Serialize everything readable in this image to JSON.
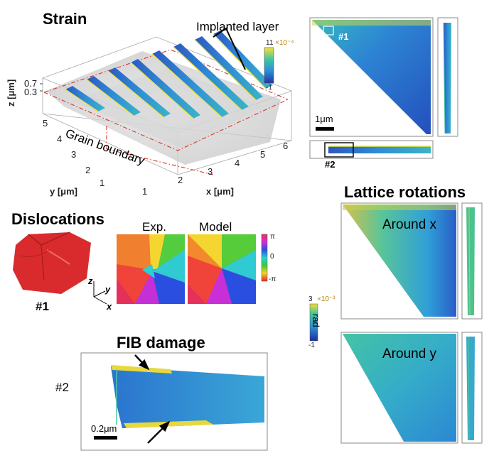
{
  "strain": {
    "title": "Strain",
    "implanted_layer": "Implanted layer",
    "grain_boundary": "Grain boundary",
    "z_axis": "z [μm]",
    "x_axis": "x [μm]",
    "y_axis": "y [μm]",
    "z_ticks": [
      "0.7",
      "0.3"
    ],
    "y_ticks": [
      "5",
      "4",
      "3",
      "2",
      "1"
    ],
    "x_ticks": [
      "1",
      "2",
      "3",
      "4",
      "5",
      "6"
    ],
    "colorbar_max": "11",
    "colorbar_exp": "×10⁻⁴",
    "colorbar_min": "-1",
    "marker_1": "#1",
    "marker_2": "#2",
    "scale_bar": "1μm"
  },
  "dislocations": {
    "title": "Dislocations",
    "marker": "#1",
    "exp_label": "Exp.",
    "model_label": "Model",
    "phase_max": "π",
    "phase_mid": "0",
    "phase_min": "-π",
    "axis_z": "z",
    "axis_y": "y",
    "axis_x": "x"
  },
  "fib": {
    "title": "FIB damage",
    "marker": "#2",
    "scale_bar": "0.2μm"
  },
  "lattice": {
    "title": "Lattice rotations",
    "around_x": "Around x",
    "around_y": "Around y",
    "colorbar_max": "3",
    "colorbar_exp": "×10⁻³",
    "colorbar_unit": "rad",
    "colorbar_min": "-1"
  },
  "colors": {
    "strain_dark": "#1f3fae",
    "strain_mid": "#2a9fd9",
    "strain_light": "#48c6a8",
    "strain_high": "#e8e23c",
    "guide_red": "#d9322d",
    "dislocation_red": "#d92b2d"
  }
}
